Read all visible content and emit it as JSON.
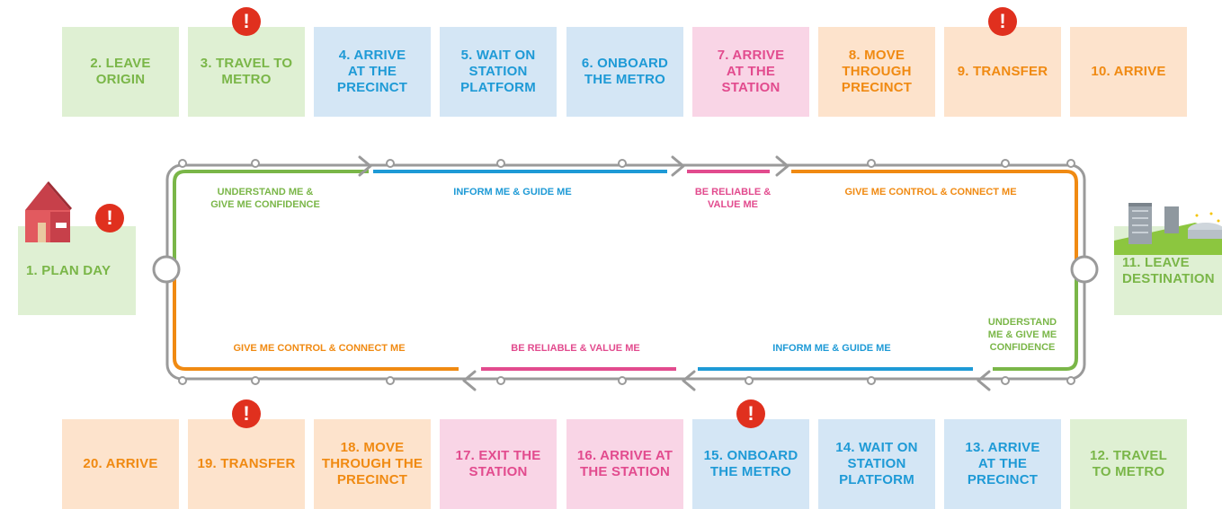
{
  "colors": {
    "green": "#7ab648",
    "blue": "#1e9ad6",
    "pink": "#e24b8e",
    "orange": "#f08a12",
    "track": "#9a9a9a",
    "alert": "#e0301e"
  },
  "alert_symbol": "!",
  "start": {
    "label": "1. PLAN DAY",
    "alert": true,
    "icon": "house-icon"
  },
  "end": {
    "label": "11. LEAVE\nDESTINATION",
    "alert": false,
    "icon": "city-buildings-icon"
  },
  "top_steps": [
    {
      "label": "2. LEAVE\nORIGIN",
      "color": "green",
      "alert": false
    },
    {
      "label": "3. TRAVEL TO\nMETRO",
      "color": "green",
      "alert": true
    },
    {
      "label": "4. ARRIVE\nAT THE\nPRECINCT",
      "color": "blue",
      "alert": false
    },
    {
      "label": "5. WAIT ON\nSTATION\nPLATFORM",
      "color": "blue",
      "alert": false
    },
    {
      "label": "6. ONBOARD\nTHE METRO",
      "color": "blue",
      "alert": false
    },
    {
      "label": "7. ARRIVE\nAT THE\nSTATION",
      "color": "pink",
      "alert": false
    },
    {
      "label": "8. MOVE\nTHROUGH\nPRECINCT",
      "color": "orange",
      "alert": false
    },
    {
      "label": "9. TRANSFER",
      "color": "orange",
      "alert": true
    },
    {
      "label": "10. ARRIVE",
      "color": "orange",
      "alert": false
    }
  ],
  "bottom_steps": [
    {
      "label": "20. ARRIVE",
      "color": "orange",
      "alert": false
    },
    {
      "label": "19. TRANSFER",
      "color": "orange",
      "alert": true
    },
    {
      "label": "18. MOVE\nTHROUGH THE\nPRECINCT",
      "color": "orange",
      "alert": false
    },
    {
      "label": "17. EXIT THE\nSTATION",
      "color": "pink",
      "alert": false
    },
    {
      "label": "16. ARRIVE AT\nTHE STATION",
      "color": "pink",
      "alert": false
    },
    {
      "label": "15. ONBOARD\nTHE METRO",
      "color": "blue",
      "alert": true
    },
    {
      "label": "14. WAIT ON\nSTATION\nPLATFORM",
      "color": "blue",
      "alert": false
    },
    {
      "label": "13. ARRIVE\nAT THE\nPRECINCT",
      "color": "blue",
      "alert": false
    },
    {
      "label": "12. TRAVEL\nTO METRO",
      "color": "green",
      "alert": false
    }
  ],
  "top_lanes": [
    {
      "text": "UNDERSTAND ME &\nGIVE ME CONFIDENCE",
      "color": "green"
    },
    {
      "text": "INFORM ME & GUIDE ME",
      "color": "blue"
    },
    {
      "text": "BE RELIABLE &\nVALUE ME",
      "color": "pink"
    },
    {
      "text": "GIVE ME CONTROL & CONNECT ME",
      "color": "orange"
    }
  ],
  "bottom_lanes": [
    {
      "text": "GIVE ME CONTROL & CONNECT ME",
      "color": "orange"
    },
    {
      "text": "BE RELIABLE & VALUE ME",
      "color": "pink"
    },
    {
      "text": "INFORM ME & GUIDE ME",
      "color": "blue"
    },
    {
      "text": "UNDERSTAND\nME & GIVE ME\nCONFIDENCE",
      "color": "green"
    }
  ]
}
